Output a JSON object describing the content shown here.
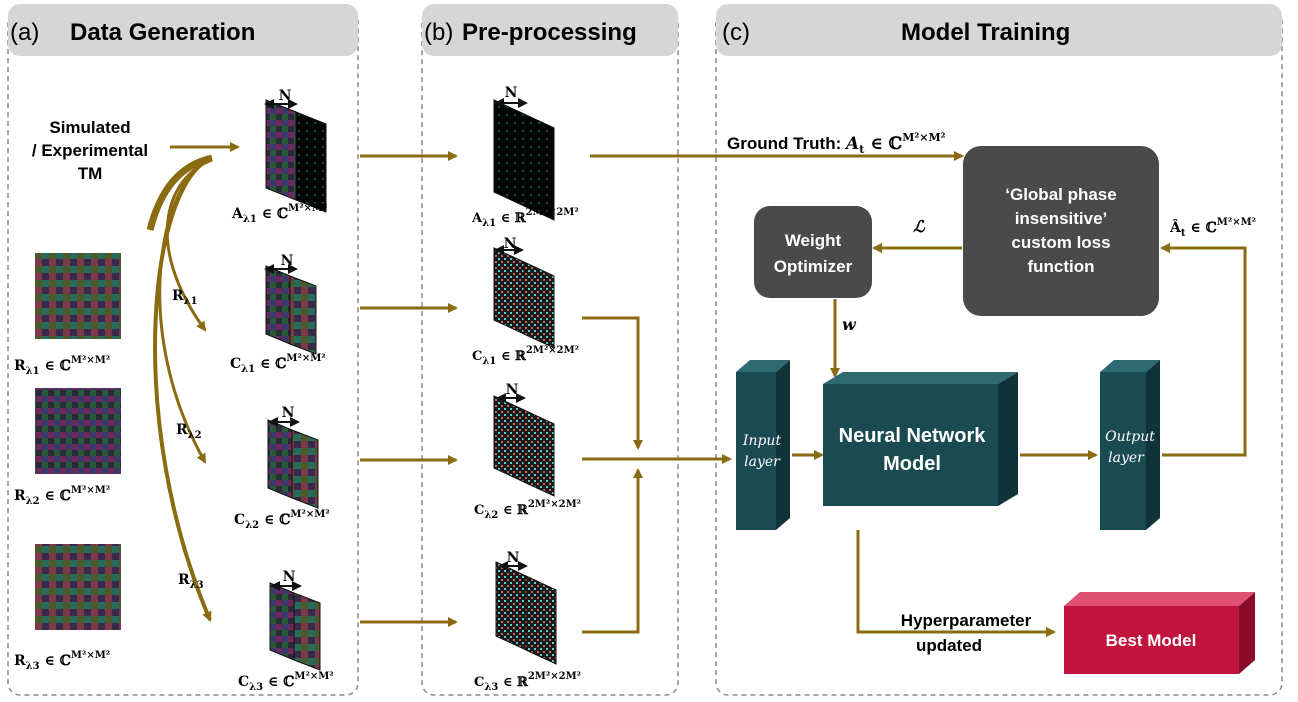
{
  "sections": {
    "a": {
      "tag": "(a)",
      "title": "Data Generation"
    },
    "b": {
      "tag": "(b)",
      "title": "Pre-processing"
    },
    "c": {
      "tag": "(c)",
      "title": "Model Training"
    }
  },
  "source": {
    "line1": "Simulated",
    "line2": "/ Experimental",
    "line3": "TM"
  },
  "matrix_labels": {
    "A_complex": "A_{λ1} ∈ ℂ^{M²×M²}",
    "A_real": "A_{λ1} ∈ ℝ^{2M²×2M²}",
    "R1": "R_{λ1} ∈ ℂ^{M²×M²}",
    "R2": "R_{λ2} ∈ ℂ^{M²×M²}",
    "R3": "R_{λ3} ∈ ℂ^{M²×M²}",
    "C1": "C_{λ1} ∈ ℂ^{M²×M²}",
    "C2": "C_{λ2} ∈ ℂ^{M²×M²}",
    "C3": "C_{λ3} ∈ ℂ^{M²×M²}",
    "C1r": "C_{λ1} ∈ ℝ^{2M²×2M²}",
    "C2r": "C_{λ2} ∈ ℝ^{2M²×2M²}",
    "C3r": "C_{λ3} ∈ ℝ^{2M²×2M²}"
  },
  "arrow_labels": {
    "r1": "R_{λ1}",
    "r2": "R_{λ2}",
    "r3": "R_{λ3}",
    "n": "N"
  },
  "training": {
    "ground_truth": "Ground Truth: A_t ∈ ℂ^{M²×M²}",
    "loss_line1": "‘Global phase",
    "loss_line2": "insensitive’",
    "loss_line3": "custom loss",
    "loss_line4": "function",
    "loss_symbol": "ℒ",
    "pred_label": "Â_t ∈ ℂ^{M²×M²}",
    "optimizer_line1": "Weight",
    "optimizer_line2": "Optimizer",
    "w_label": "w",
    "input_line1": "Input",
    "input_line2": "layer",
    "model_line1": "Neural Network",
    "model_line2": "Model",
    "output_line1": "Output",
    "output_line2": "layer",
    "hyper_line1": "Hyperparameter",
    "hyper_line2": "updated",
    "best_model": "Best Model"
  },
  "colors": {
    "arrow": "#8a6b12",
    "panel_header": "#d6d6d6",
    "dark_box": "#4a4a4a",
    "teal_front": "#1b4b52",
    "teal_side": "#0f3338",
    "best_model": "#c0143c"
  }
}
